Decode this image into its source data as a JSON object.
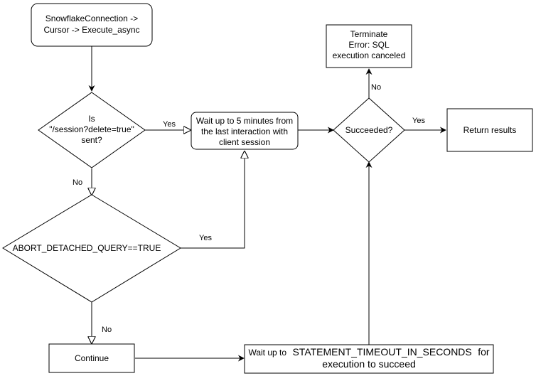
{
  "nodes": {
    "start": {
      "line1": "SnowflakeConnection ->",
      "line2": "Cursor -> Execute_async"
    },
    "decision_session": {
      "line1": "Is",
      "line2": "\"/session?delete=true\"",
      "line3": "sent?"
    },
    "wait_5min": {
      "line1": "Wait up to 5 minutes from",
      "line2": "the last interaction with",
      "line3": "client session"
    },
    "decision_succeeded": {
      "label": "Succeeded?"
    },
    "terminate": {
      "line1": "Terminate",
      "line2": "Error: SQL",
      "line3": "execution canceled"
    },
    "return_results": {
      "label": "Return results"
    },
    "decision_abort": {
      "label": "ABORT_DETACHED_QUERY==TRUE"
    },
    "continue": {
      "label": "Continue"
    },
    "wait_timeout": {
      "line1_prefix": "Wait up to",
      "line1_param": "STATEMENT_TIMEOUT_IN_SECONDS",
      "line1_suffix": "for",
      "line2": "execution to succeed"
    }
  },
  "edge_labels": {
    "session_yes": "Yes",
    "session_no": "No",
    "abort_yes": "Yes",
    "abort_no": "No",
    "succeeded_yes": "Yes",
    "succeeded_no": "No"
  }
}
